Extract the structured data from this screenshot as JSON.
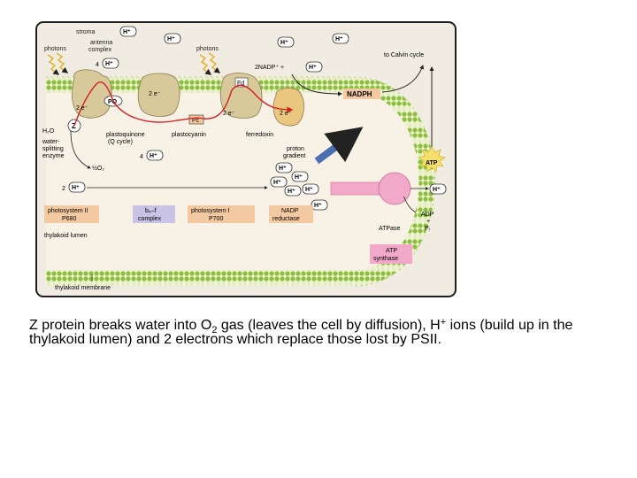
{
  "diagram": {
    "labels": {
      "stroma": "stroma",
      "photons_left": "photons",
      "antenna_complex": "antenna\ncomplex",
      "photons_right": "photons",
      "to_calvin": "to Calvin cycle",
      "nadp_eq": "2NADP⁺ +",
      "nadph": "NADPH",
      "fd": "Fd",
      "pq": "PQ",
      "pc": "Pc",
      "z": "Z",
      "two_e_a": "2 e⁻",
      "two_e_b": "2 e⁻",
      "two_e_c": "2 e⁻",
      "two_e_d": "2 e⁻",
      "h2o": "H₂O",
      "water_splitting": "water-\nsplitting\nenzyme",
      "half_o2": "½O₂",
      "plastoquinone": "plastoquinone\n(Q cycle)",
      "plastocyanin": "plastocyanin",
      "ferredoxin": "ferredoxin",
      "proton_gradient": "proton\ngradient",
      "four_left": "4",
      "four_mid": "4",
      "two_h": "2",
      "ps2": "photosystem II\nP680",
      "b6f": "b₆–f\ncomplex",
      "ps1": "photosystem I\nP700",
      "nadp_reductase": "NADP\nreductase",
      "thylakoid_lumen": "thylakoid lumen",
      "atpase": "ATPase",
      "atp": "ATP",
      "adp_pi": "ADP\n+\nPᵢ",
      "atp_synthase": "ATP\nsynthase",
      "thylakoid_membrane": "thylakoid membrane",
      "h_plus": "H⁺"
    },
    "colors": {
      "frame": "#1f1f1f",
      "background": "#f1ece1",
      "lumen": "#f7f1e6",
      "membrane_head": "#8dbf3f",
      "membrane_fill": "#eef3cf",
      "protein": "#d8c99a",
      "box": "#f3c9a1",
      "box2": "#c9c3e6",
      "pink": "#f2a8c8",
      "electron_path": "#d31f1f",
      "proton_arrow": "#4a6fb5"
    }
  },
  "caption": {
    "part1": "Z protein breaks water into O",
    "sub2": "2",
    "part2": " gas (leaves the cell by diffusion), H",
    "sup_plus": "+",
    "part3": " ions (build up in the thylakoid lumen) and 2 electrons which replace those lost by PSII."
  }
}
